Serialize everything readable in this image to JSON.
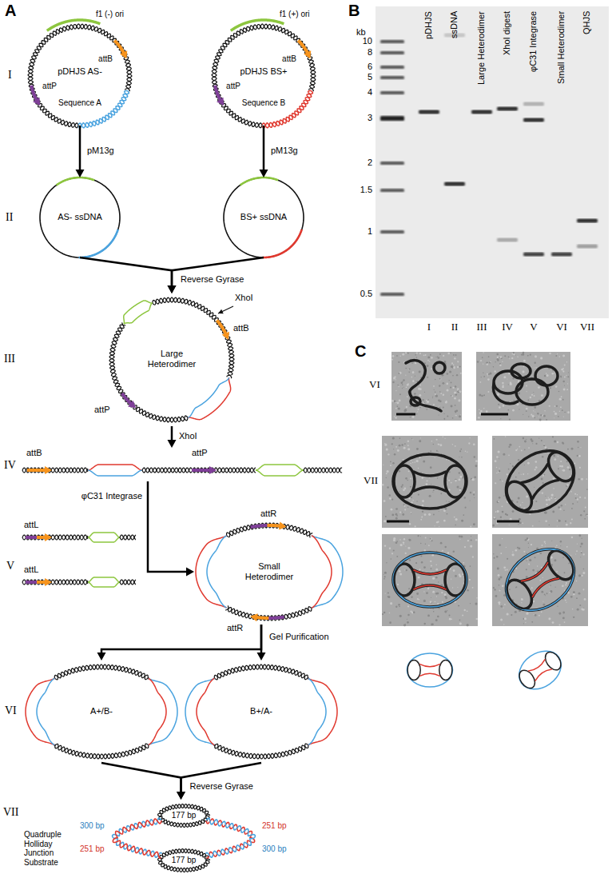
{
  "diagram": {
    "nodes": [
      {
        "text": [
          "pDHJS AS-",
          "Sequence A"
        ]
      },
      {
        "text": [
          "pDHJS BS+",
          "Sequence B"
        ]
      },
      {
        "text": [
          "AS- ssDNA"
        ]
      },
      {
        "text": [
          "BS+ ssDNA"
        ]
      },
      {
        "text": [
          "Large Heterodimer"
        ]
      },
      {
        "text": [
          "attB",
          "attP"
        ]
      },
      {
        "text": [
          "Small Heterodimer"
        ]
      },
      {
        "text": [
          "A+/B-"
        ]
      },
      {
        "text": [
          "B+/A-"
        ]
      },
      {
        "text": [
          "Quadruple Holliday Junction Substrate"
        ]
      }
    ],
    "edges": [
      {
        "from": 0,
        "to": 2,
        "arrow": "to",
        "label": "pM13g"
      },
      {
        "from": 1,
        "to": 3,
        "arrow": "to",
        "label": "pM13g"
      },
      {
        "from": 2,
        "to": 4,
        "arrow": "to",
        "label": "Reverse Gyrase"
      },
      {
        "from": 3,
        "to": 4,
        "arrow": "to"
      },
      {
        "from": 4,
        "to": 5,
        "arrow": "to",
        "label": "XhoI"
      },
      {
        "from": 5,
        "to": 6,
        "arrow": "to",
        "label": "φC31 Integrase"
      },
      {
        "from": 6,
        "to": 7,
        "arrow": "to",
        "label": "Gel Purification"
      },
      {
        "from": 6,
        "to": 8,
        "arrow": "to"
      },
      {
        "from": 7,
        "to": 9,
        "arrow": "to",
        "label": "Reverse Gyrase"
      },
      {
        "from": 8,
        "to": 9,
        "arrow": "to"
      }
    ],
    "labels": [
      "A",
      "I",
      "II",
      "III",
      "IV",
      "V",
      "VI",
      "VII",
      "f1 (-) ori",
      "attB",
      "attP",
      "f1 (+) ori",
      "attB",
      "attP",
      "attB",
      "attP",
      "XhoI",
      "attL",
      "attL",
      "attR",
      "attR",
      "177 bp",
      "177 bp",
      "300 bp",
      "251 bp",
      "251 bp",
      "300 bp",
      "B",
      "kb",
      "10",
      "8",
      "6",
      "5",
      "4",
      "3",
      "2",
      "1.5",
      "1",
      "0.5",
      "pDHJS",
      "ssDNA",
      "Large Heterodimer",
      "XhoI digest",
      "φC31 Integrase",
      "Small Heterodimer",
      "QHJS",
      "I",
      "II",
      "III",
      "IV",
      "V",
      "VI",
      "VII",
      "C",
      "VI",
      "VII"
    ]
  }
}
